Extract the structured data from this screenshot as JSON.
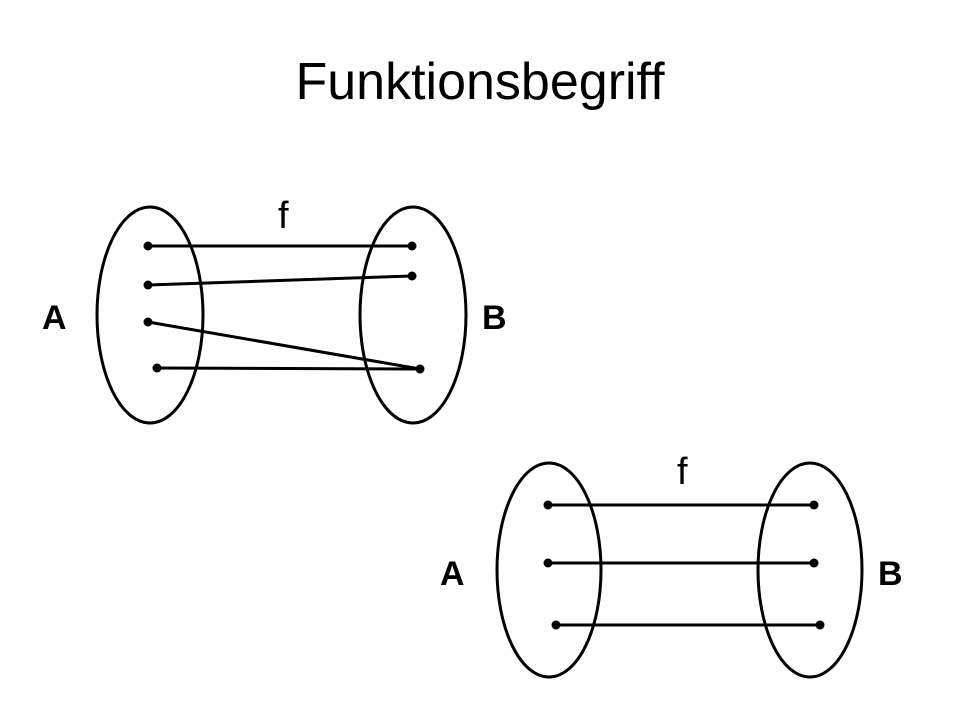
{
  "title": "Funktionsbegriff",
  "colors": {
    "stroke": "#000000",
    "background": "#ffffff"
  },
  "diagrams": [
    {
      "function_label": "f",
      "domain_label": "A",
      "codomain_label": "B"
    },
    {
      "function_label": "f",
      "domain_label": "A",
      "codomain_label": "B"
    }
  ]
}
